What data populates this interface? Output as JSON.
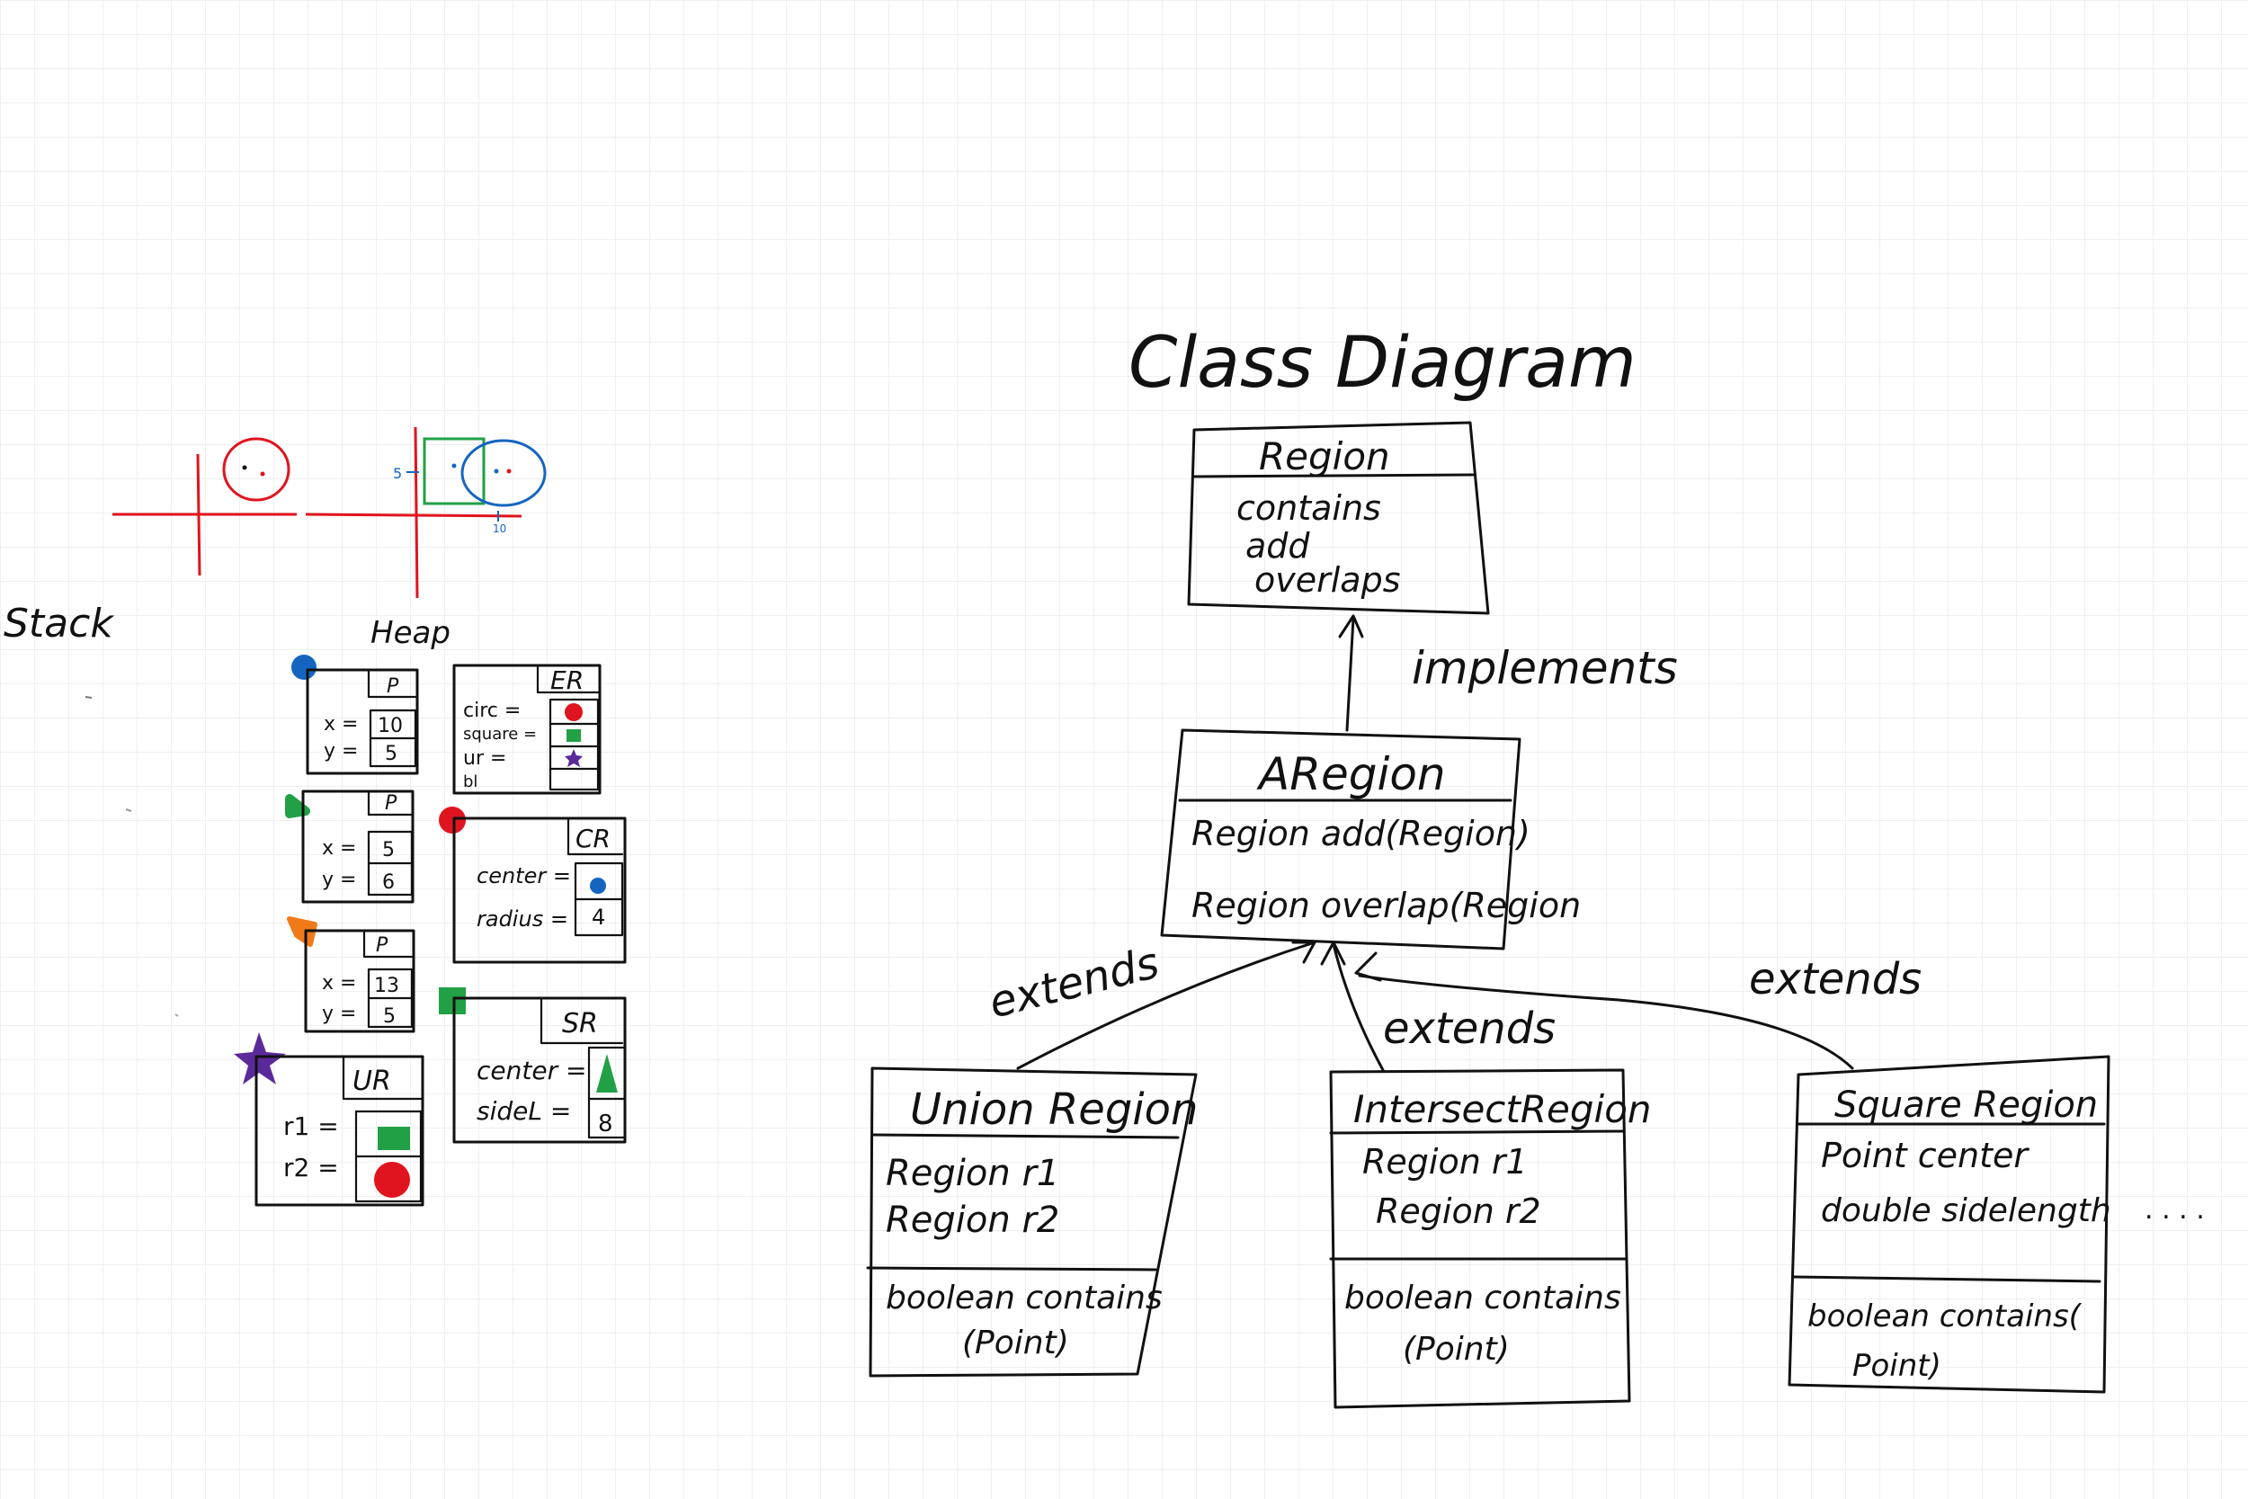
{
  "colors": {
    "ink": "#111111",
    "red": "#e0141e",
    "blue": "#1565c0",
    "green": "#22a046",
    "orange": "#f07a1a",
    "purple": "#5b2a9a"
  },
  "title": "Class Diagram",
  "left": {
    "stack_label": "Stack",
    "heap_label": "Heap",
    "axis_labels": {
      "five": "5",
      "ten": "10"
    }
  },
  "heap": {
    "p_blue": {
      "type": "P",
      "fields": [
        {
          "name": "x =",
          "value": "10"
        },
        {
          "name": "y =",
          "value": "5"
        }
      ],
      "marker": "blue-circle"
    },
    "p_green": {
      "type": "P",
      "fields": [
        {
          "name": "x =",
          "value": "5"
        },
        {
          "name": "y =",
          "value": "6"
        }
      ],
      "marker": "green-triangle"
    },
    "p_orange": {
      "type": "P",
      "fields": [
        {
          "name": "x =",
          "value": "13"
        },
        {
          "name": "y =",
          "value": "5"
        }
      ],
      "marker": "orange-flag"
    },
    "ur": {
      "type": "UR",
      "fields": [
        {
          "name": "r1 =",
          "value": ""
        },
        {
          "name": "r2 =",
          "value": ""
        }
      ],
      "marker": "purple-star"
    },
    "er": {
      "type": "ER",
      "fields": [
        {
          "name": "circ =",
          "value": ""
        },
        {
          "name": "square =",
          "value": ""
        },
        {
          "name": "ur =",
          "value": ""
        },
        {
          "name": "bl",
          "value": ""
        }
      ]
    },
    "cr": {
      "type": "CR",
      "fields": [
        {
          "name": "center =",
          "value": ""
        },
        {
          "name": "radius =",
          "value": "4"
        }
      ],
      "marker": "red-circle"
    },
    "sr": {
      "type": "SR",
      "fields": [
        {
          "name": "center =",
          "value": ""
        },
        {
          "name": "sideL =",
          "value": "8"
        }
      ],
      "marker": "green-square"
    }
  },
  "classes": {
    "region": {
      "name": "Region",
      "members": [
        "contains",
        "add",
        "overlaps"
      ]
    },
    "aregion": {
      "name": "ARegion",
      "members": [
        "Region   add(Region)",
        "Region overlap(Region"
      ]
    },
    "union": {
      "name": "Union Region",
      "fields": [
        "Region r1",
        "Region r2"
      ],
      "methods": [
        "boolean contains",
        "(Point)"
      ]
    },
    "intersect": {
      "name": "IntersectRegion",
      "fields": [
        "Region r1",
        "Region r2"
      ],
      "methods": [
        "boolean contains",
        "(Point)"
      ]
    },
    "square": {
      "name": "Square Region",
      "fields": [
        "Point center",
        "double sidelength"
      ],
      "methods": [
        "boolean contains(",
        "Point)"
      ]
    }
  },
  "relations": {
    "implements": "implements",
    "extends_left": "extends",
    "extends_mid": "extends",
    "extends_right": "extends",
    "ellipsis": ". . . ."
  }
}
